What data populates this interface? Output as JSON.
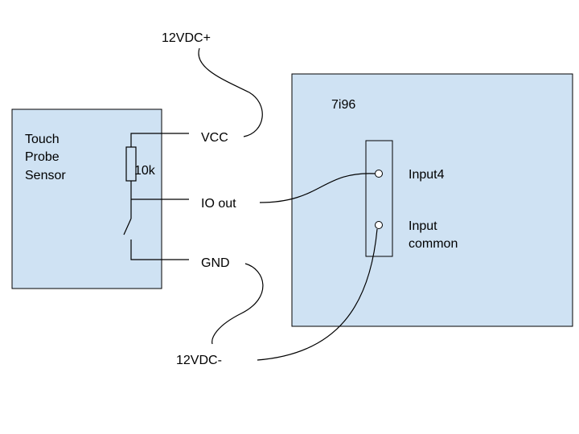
{
  "sensor": {
    "line1": "Touch",
    "line2": "Probe",
    "line3": "Sensor"
  },
  "resistor": {
    "value": "10k"
  },
  "board": {
    "title": "7i96"
  },
  "labels": {
    "vdc_plus": "12VDC+",
    "vcc": "VCC",
    "io_out": "IO out",
    "gnd": "GND",
    "vdc_minus": "12VDC-",
    "input4": "Input4",
    "input_common_1": "Input",
    "input_common_2": "common"
  },
  "colors": {
    "box_fill": "#cfe2f3",
    "stroke": "#000000"
  }
}
